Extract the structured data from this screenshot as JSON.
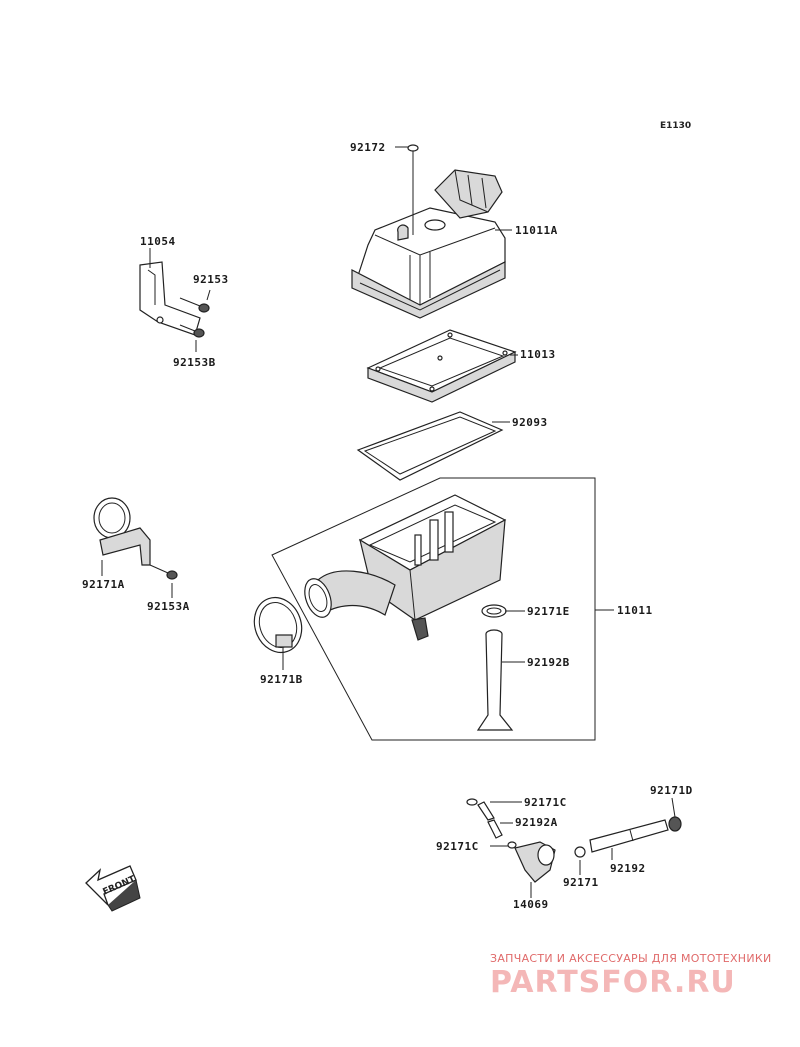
{
  "diagram_code": "E1130",
  "parts": [
    {
      "id": "p92172",
      "label": "92172"
    },
    {
      "id": "p11011A",
      "label": "11011A"
    },
    {
      "id": "p11054",
      "label": "11054"
    },
    {
      "id": "p92153",
      "label": "92153"
    },
    {
      "id": "p92153B",
      "label": "92153B"
    },
    {
      "id": "p11013",
      "label": "11013"
    },
    {
      "id": "p92093",
      "label": "92093"
    },
    {
      "id": "p92171A",
      "label": "92171A"
    },
    {
      "id": "p92153A",
      "label": "92153A"
    },
    {
      "id": "p92171E",
      "label": "92171E"
    },
    {
      "id": "p11011",
      "label": "11011"
    },
    {
      "id": "p92192B",
      "label": "92192B"
    },
    {
      "id": "p92171B",
      "label": "92171B"
    },
    {
      "id": "p92171C_1",
      "label": "92171C"
    },
    {
      "id": "p92192A",
      "label": "92192A"
    },
    {
      "id": "p92171C_2",
      "label": "92171C"
    },
    {
      "id": "p14069",
      "label": "14069"
    },
    {
      "id": "p92171",
      "label": "92171"
    },
    {
      "id": "p92192",
      "label": "92192"
    },
    {
      "id": "p92171D",
      "label": "92171D"
    }
  ],
  "front_arrow": "FRONT",
  "watermark": {
    "tagline": "ЗАПЧАСТИ И АКСЕССУАРЫ ДЛЯ МОТОТЕХНИКИ",
    "logo": "PARTSFOR.RU"
  }
}
